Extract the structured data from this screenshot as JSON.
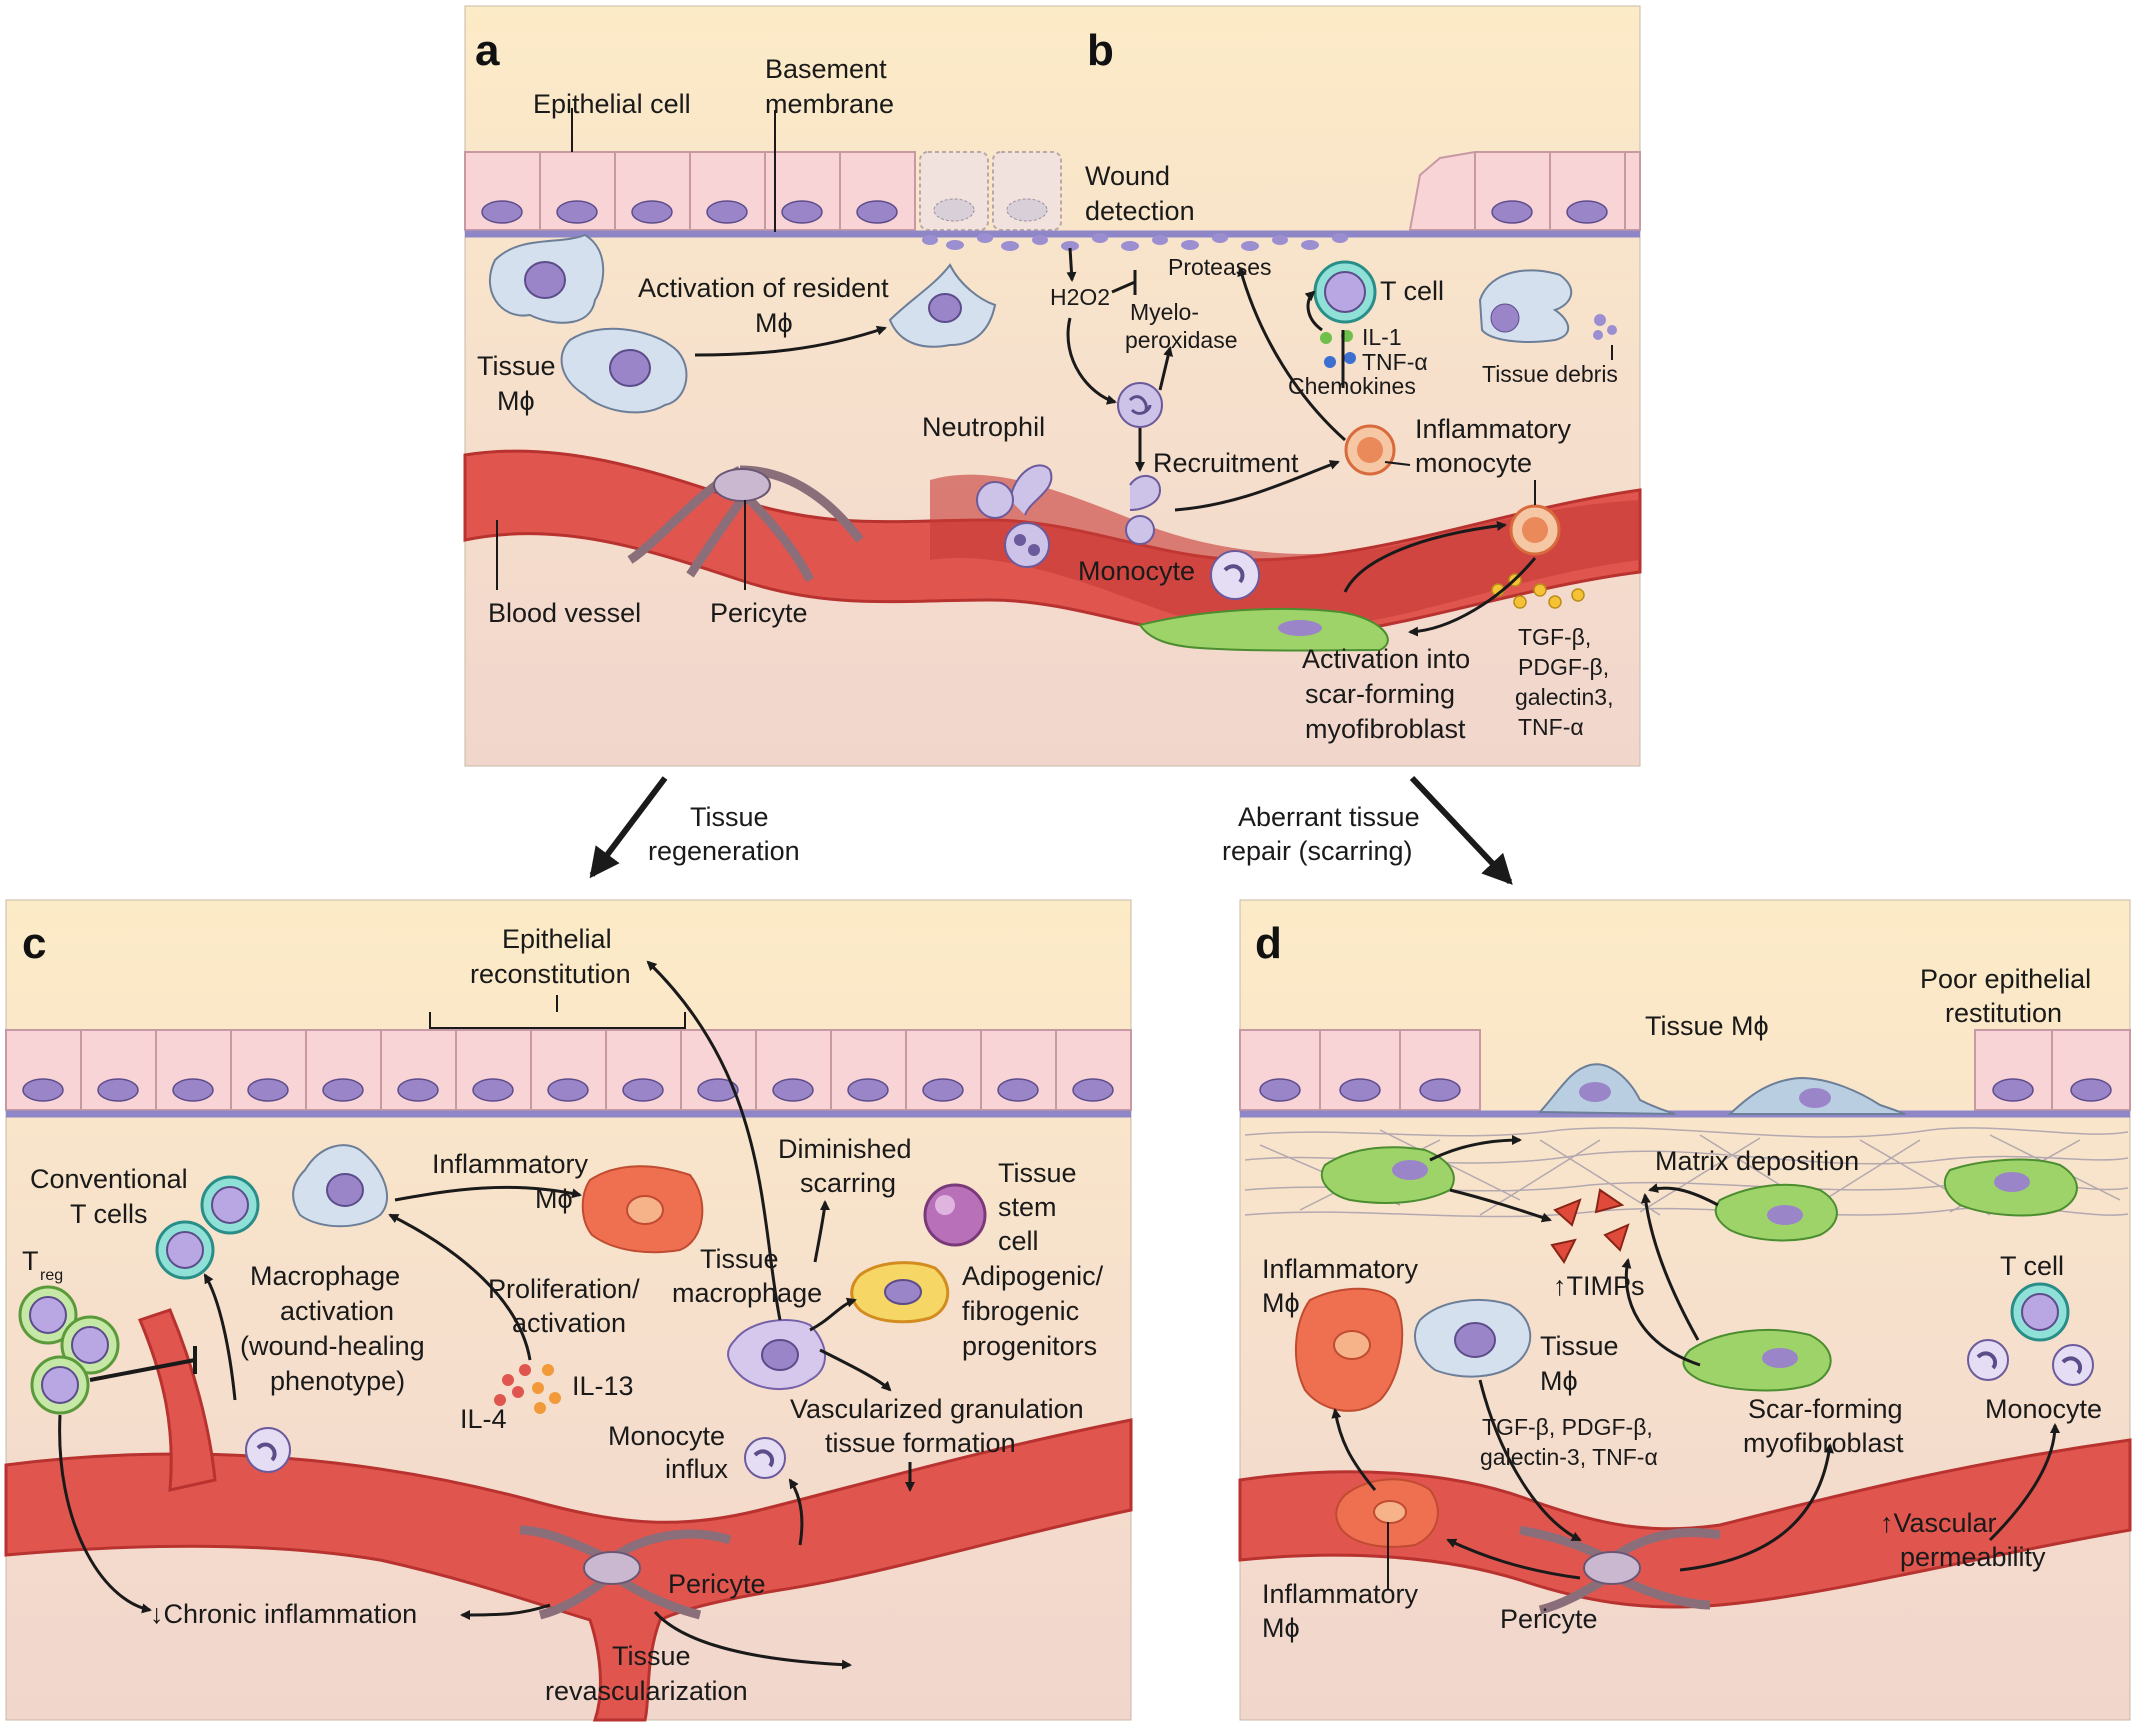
{
  "panels": {
    "a": "a",
    "b": "b",
    "c": "c",
    "d": "d"
  },
  "panel_ab": {
    "epithelial_cell": "Epithelial cell",
    "basement_membrane": [
      "Basement",
      "membrane"
    ],
    "activation_resident": [
      "Activation of resident",
      "Mϕ"
    ],
    "tissue_mphi": [
      "Tissue",
      "Mϕ"
    ],
    "blood_vessel": "Blood vessel",
    "pericyte": "Pericyte",
    "wound_detection": [
      "Wound",
      "detection"
    ],
    "proteases": "Proteases",
    "h2o2": "H2O2",
    "myeloperoxidase": [
      "Myelo-",
      "peroxidase"
    ],
    "t_cell": "T cell",
    "il1": "IL-1",
    "tnfa": "TNF-α",
    "chemokines": "Chemokines",
    "tissue_debris": "Tissue debris",
    "neutrophil": "Neutrophil",
    "recruitment": "Recruitment",
    "inflammatory_monocyte": [
      "Inflammatory",
      "monocyte"
    ],
    "monocyte": "Monocyte",
    "activation_myofibroblast": [
      "Activation into",
      "scar-forming",
      "myofibroblast"
    ],
    "factors": [
      "TGF-β,",
      "PDGF-β,",
      "galectin3,",
      "TNF-α"
    ]
  },
  "transitions": {
    "regeneration": [
      "Tissue",
      "regeneration"
    ],
    "scarring": [
      "Aberrant tissue",
      "repair (scarring)"
    ]
  },
  "panel_c": {
    "epithelial_reconstitution": [
      "Epithelial",
      "reconstitution"
    ],
    "conventional_t": [
      "Conventional",
      "T cells"
    ],
    "treg": "T",
    "treg_sub": "reg",
    "inflammatory_mphi": [
      "Inflammatory",
      "Mϕ"
    ],
    "diminished_scarring": [
      "Diminished",
      "scarring"
    ],
    "tissue_stem_cell": [
      "Tissue",
      "stem",
      "cell"
    ],
    "macrophage_activation": [
      "Macrophage",
      "activation",
      "(wound-healing",
      "phenotype)"
    ],
    "proliferation": [
      "Proliferation/",
      "activation"
    ],
    "tissue_macrophage": [
      "Tissue",
      "macrophage"
    ],
    "adipogenic": [
      "Adipogenic/",
      "fibrogenic",
      "progenitors"
    ],
    "il13": "IL-13",
    "il4": "IL-4",
    "vascularized": [
      "Vascularized granulation",
      "tissue formation"
    ],
    "monocyte_influx": [
      "Monocyte",
      "influx"
    ],
    "pericyte": "Pericyte",
    "chronic_inflammation": "↓Chronic inflammation",
    "revascularization": [
      "Tissue",
      "revascularization"
    ]
  },
  "panel_d": {
    "poor_restitution": [
      "Poor epithelial",
      "restitution"
    ],
    "tissue_mphi_top": "Tissue Mϕ",
    "matrix_deposition": "Matrix deposition",
    "inflammatory_mphi": [
      "Inflammatory",
      "Mϕ"
    ],
    "timps": "↑TIMPs",
    "t_cell": "T cell",
    "tissue_mphi": [
      "Tissue",
      "Mϕ"
    ],
    "factors": [
      "TGF-β, PDGF-β,",
      "galectin-3, TNF-α"
    ],
    "scar_myofibroblast": [
      "Scar-forming",
      "myofibroblast"
    ],
    "monocyte": "Monocyte",
    "vascular_permeability": [
      "↑Vascular",
      "permeability"
    ],
    "inflammatory_mphi_bottom": [
      "Inflammatory",
      "Mϕ"
    ],
    "pericyte": "Pericyte"
  },
  "colors": {
    "epithelium_bg": "#fcebc7",
    "tissue_bg": "#f1d6cc",
    "epithelial_cell": "#f8d4d6",
    "nucleus": "#9b85c9",
    "membrane": "#8f86c8",
    "vessel": "#e1554f",
    "vessel_dark": "#c63a37",
    "macrophage": "#d4e0ee",
    "myofibroblast": "#9ed36a",
    "inflammatory": "#ee7050"
  }
}
